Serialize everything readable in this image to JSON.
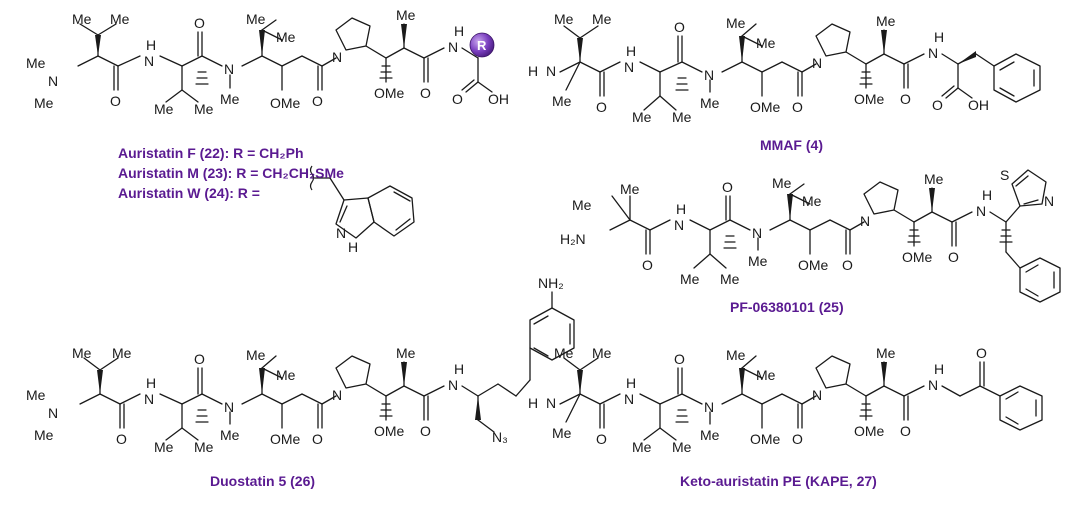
{
  "captions": {
    "auristatin_f": "Auristatin F (22): R = CH₂Ph",
    "auristatin_m": "Auristatin M (23): R = CH₂CH₂SMe",
    "auristatin_w": "Auristatin W (24): R =",
    "mmaf": "MMAF (4)",
    "pf": "PF-06380101 (25)",
    "duostatin": "Duostatin 5 (26)",
    "kape": "Keto-auristatin PE (KAPE, 27)"
  },
  "labels": {
    "me": "Me",
    "ome": "OMe",
    "n": "N",
    "h": "H",
    "o": "O",
    "oh": "OH",
    "s": "S",
    "r": "R",
    "nh2": "NH₂",
    "n3": "N₃",
    "h2n": "H₂N"
  },
  "colors": {
    "caption": "#5a1a91",
    "r_group": "#7a3fbf",
    "bond": "#1a1a1a"
  }
}
